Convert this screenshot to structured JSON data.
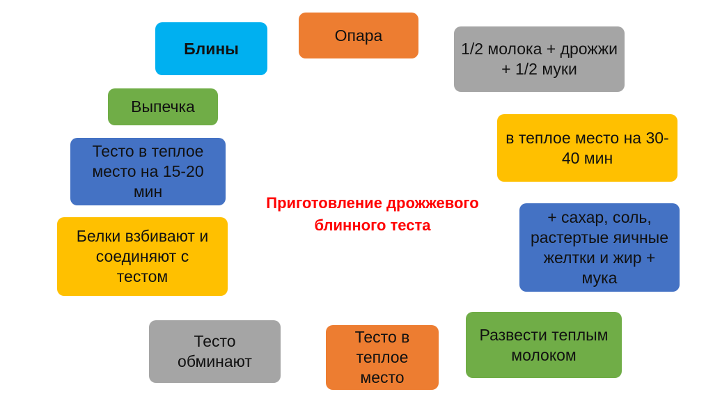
{
  "title": "Приготовление дрожжевого блинного теста",
  "steps": [
    {
      "id": "opara",
      "text": "Опара",
      "color": "#ED7D31"
    },
    {
      "id": "milk-yeast-flour",
      "text": "1/2  молока + дрожжи +  1/2 муки",
      "color": "#A5A5A5"
    },
    {
      "id": "warm-30-40",
      "text": "в теплое место на 30-40 мин",
      "color": "#FFC000"
    },
    {
      "id": "sugar-salt-yolks",
      "text": "+ сахар, соль, растертые яичные желтки и жир + мука",
      "color": "#4472C4"
    },
    {
      "id": "dilute-milk",
      "text": "Развести теплым молоком",
      "color": "#70AD47"
    },
    {
      "id": "dough-warm",
      "text": "Тесто в теплое место",
      "color": "#ED7D31"
    },
    {
      "id": "dough-knead",
      "text": "Тесто обминают",
      "color": "#A5A5A5"
    },
    {
      "id": "whites-whipped",
      "text": "Белки взбивают и соединяют с тестом",
      "color": "#FFC000"
    },
    {
      "id": "warm-15-20",
      "text": "Тесто в теплое место на 15-20 мин",
      "color": "#4472C4"
    },
    {
      "id": "baking",
      "text": "Выпечка",
      "color": "#70AD47"
    },
    {
      "id": "bliny",
      "text": "Блины",
      "color": "#00B0F0"
    }
  ]
}
